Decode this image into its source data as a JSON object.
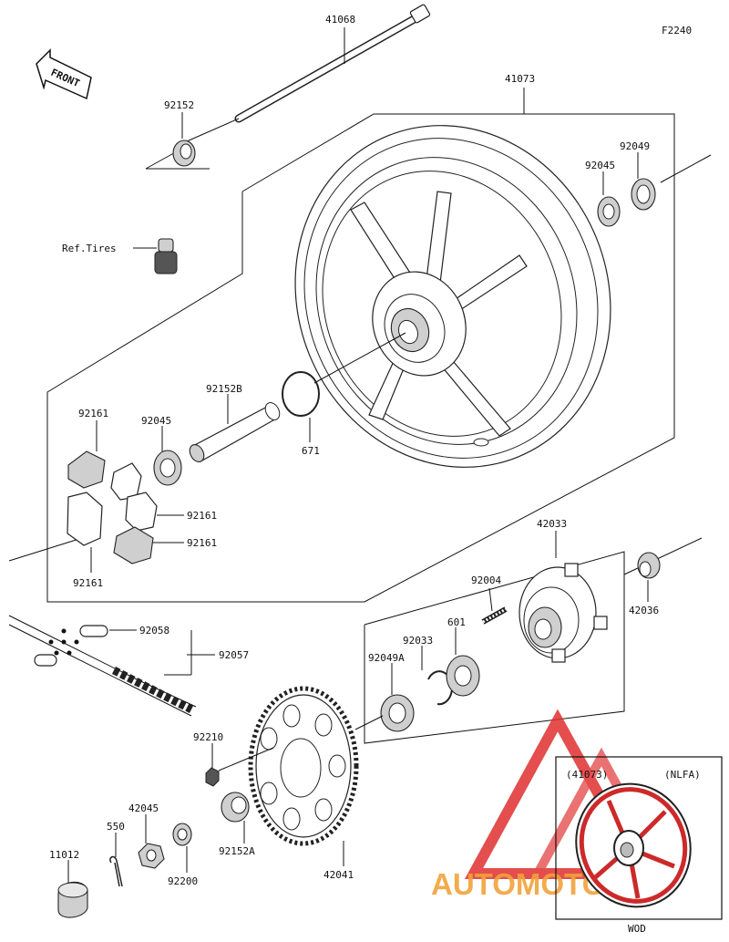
{
  "diagram_code": "F2240",
  "front_label": "FRONT",
  "callouts": {
    "axle": "41068",
    "wheel": "41073",
    "collar_left": "92152",
    "bearing_right": "92045",
    "seal_right": "92049",
    "valve": "Ref.Tires",
    "damper_top": "92161",
    "bearing_left": "92045",
    "collar_center": "92152B",
    "oring": "671",
    "damper_mid": "92161",
    "damper_low": "92161",
    "damper_bottom": "92161",
    "hub_coupling": "42033",
    "stud": "92004",
    "collar_hub": "42036",
    "chain_link": "92058",
    "chain": "92057",
    "circlip": "92033",
    "bearing_hub": "601",
    "seal_hub": "92049A",
    "nut": "92210",
    "spacer": "92152A",
    "sprocket": "42041",
    "axle_nut": "42045",
    "cotter_pin": "550",
    "washer": "92200",
    "cap": "11012"
  },
  "inset": {
    "ref": "(41073)",
    "variant": "(NLFA)",
    "caption": "WOD"
  },
  "watermark": "AUTOMOTOHUB",
  "colors": {
    "line": "#111111",
    "watermark_red": "#e03030",
    "watermark_orange": "#f2a23a",
    "wheel_inset_red": "#cc2a2a"
  }
}
